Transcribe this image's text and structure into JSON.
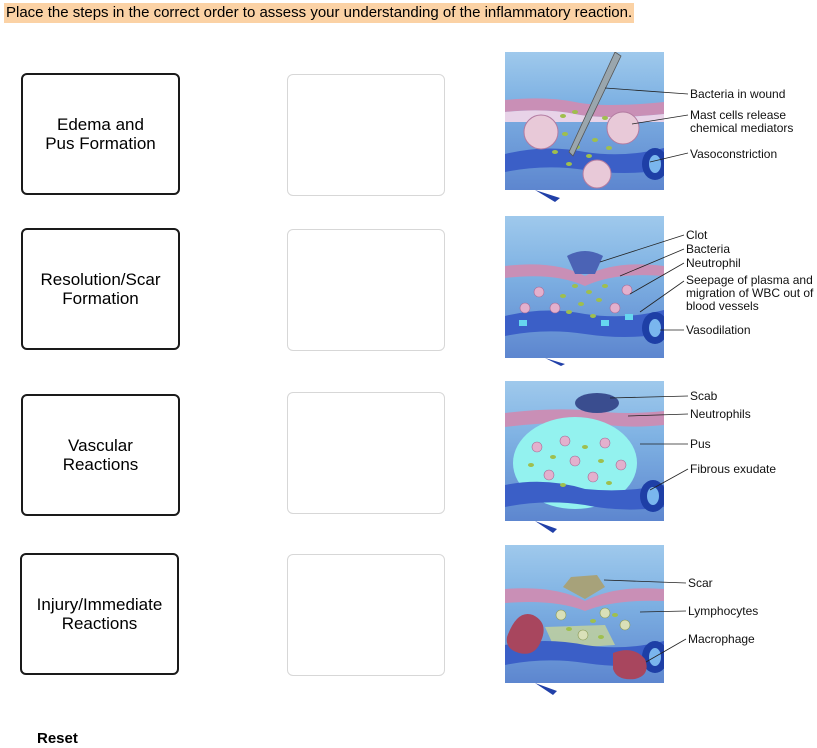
{
  "instruction": "Place the steps in the correct order to assess your understanding of the inflammatory reaction.",
  "cards": [
    {
      "label": "Edema and Pus Formation"
    },
    {
      "label": "Resolution/Scar Formation"
    },
    {
      "label": "Vascular Reactions"
    },
    {
      "label": "Injury/Immediate Reactions"
    }
  ],
  "panels": [
    {
      "labels": [
        "Bacteria in wound",
        "Mast cells release chemical mediators",
        "Vasoconstriction"
      ]
    },
    {
      "labels": [
        "Clot",
        "Bacteria",
        "Neutrophil",
        "Seepage of plasma and  migration of WBC out of blood vessels",
        "Vasodilation"
      ]
    },
    {
      "labels": [
        "Scab",
        "Neutrophils",
        "Pus",
        "Fibrous exudate"
      ]
    },
    {
      "labels": [
        "Scar",
        "Lymphocytes",
        "Macrophage"
      ]
    }
  ],
  "reset_label": "Reset"
}
